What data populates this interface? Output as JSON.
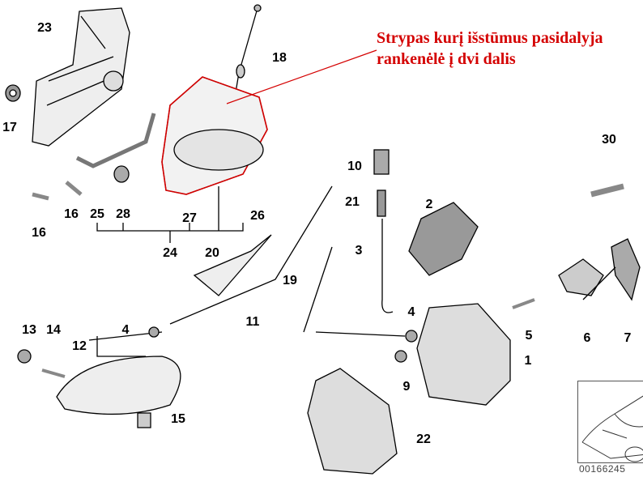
{
  "diagram": {
    "annotation": "Strypas kurį išstūmus pasidalyja rankenėlė į dvi dalis",
    "annotation_color": "#d40000",
    "labels": [
      "23",
      "18",
      "17",
      "30",
      "10",
      "2",
      "21",
      "25",
      "28",
      "16",
      "16",
      "27",
      "26",
      "24",
      "20",
      "3",
      "19",
      "11",
      "4",
      "4",
      "13",
      "14",
      "12",
      "5",
      "6",
      "7",
      "1",
      "9",
      "15",
      "22"
    ],
    "caption": "00166245"
  }
}
